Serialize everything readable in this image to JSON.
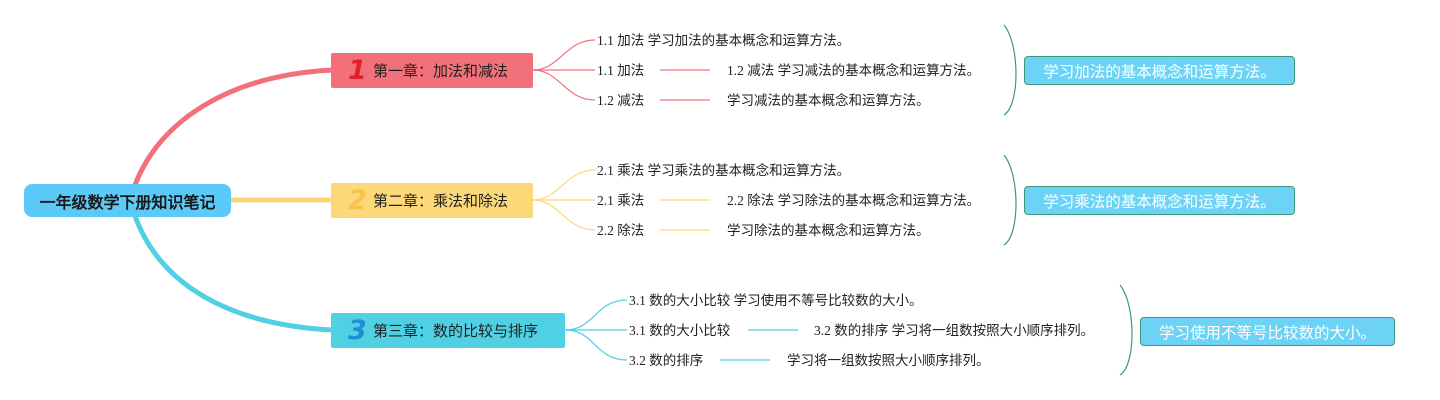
{
  "root": {
    "title": "一年级数学下册知识笔记",
    "color": "#5ccaf7"
  },
  "chapters": [
    {
      "number": "1",
      "title": "第一章：加法和减法",
      "color": "#f2707a",
      "number_color": "#e0202c",
      "items": [
        "1.1 加法 学习加法的基本概念和运算方法。",
        "1.1 加法",
        "1.2 减法 学习减法的基本概念和运算方法。",
        "1.2 减法",
        "学习减法的基本概念和运算方法。"
      ],
      "summary": "学习加法的基本概念和运算方法。"
    },
    {
      "number": "2",
      "title": "第二章：乘法和除法",
      "color": "#fdd878",
      "number_color": "#f7c44a",
      "items": [
        "2.1 乘法 学习乘法的基本概念和运算方法。",
        "2.1 乘法",
        "2.2 除法 学习除法的基本概念和运算方法。",
        "2.2 除法",
        "学习除法的基本概念和运算方法。"
      ],
      "summary": "学习乘法的基本概念和运算方法。"
    },
    {
      "number": "3",
      "title": "第三章：数的比较与排序",
      "color": "#4fd0e3",
      "number_color": "#1e8fd6",
      "items": [
        "3.1 数的大小比较 学习使用不等号比较数的大小。",
        "3.1 数的大小比较",
        "3.2 数的排序 学习将一组数按照大小顺序排列。",
        "3.2 数的排序",
        "学习将一组数按照大小顺序排列。"
      ],
      "summary": "学习使用不等号比较数的大小。"
    }
  ],
  "summary_color": "#6dd3f6",
  "bracket_color": "#3a9a7a"
}
